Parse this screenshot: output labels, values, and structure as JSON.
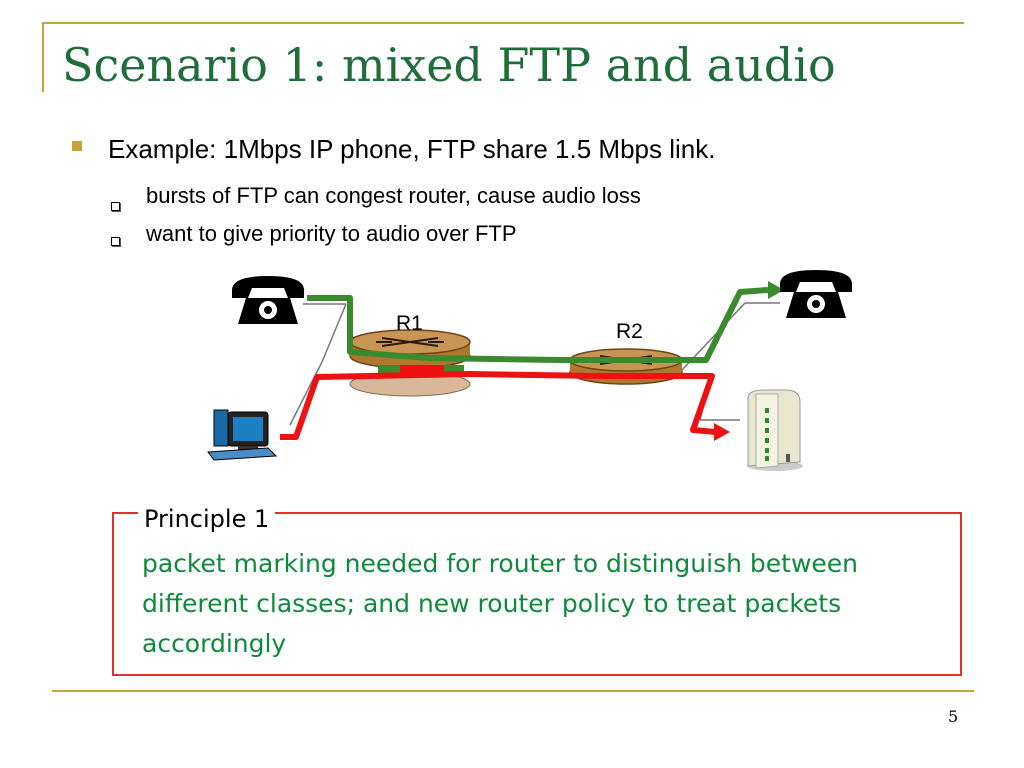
{
  "slide": {
    "title": "Scenario 1: mixed FTP and audio",
    "page_number": "5"
  },
  "bullets": {
    "main": "Example:  1Mbps IP phone, FTP share 1.5 Mbps link.",
    "sub": [
      "bursts of FTP can congest router, cause audio loss",
      "want to give priority to audio over FTP"
    ]
  },
  "diagram": {
    "router1_label": "R1",
    "router2_label": "R2",
    "audio_flow_color": "#3a8a2e",
    "ftp_flow_color": "#ee1111",
    "icons": [
      "phone-left-icon",
      "phone-right-icon",
      "computer-icon",
      "server-icon",
      "router-icon"
    ]
  },
  "principle": {
    "title": "Principle 1",
    "body": "packet marking needed for router to distinguish between different classes; and new router policy to treat packets accordingly",
    "border_color": "#e03030",
    "text_color": "#0e8a3c"
  }
}
